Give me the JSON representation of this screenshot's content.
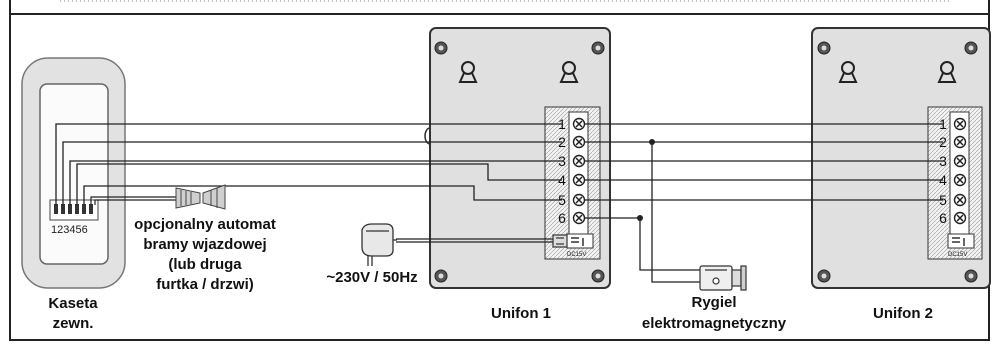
{
  "labels": {
    "kaseta_line1": "Kaseta",
    "kaseta_line2": "zewn.",
    "kaseta_terminals": "123456",
    "gate_line1": "opcjonalny automat",
    "gate_line2": "bramy wjazdowej",
    "gate_line3": "(lub druga",
    "gate_line4": "furtka / drzwi)",
    "power": "~230V / 50Hz",
    "unifon1": "Unifon 1",
    "unifon2": "Unifon 2",
    "rygiel_line1": "Rygiel",
    "rygiel_line2": "elektromagnetyczny",
    "dc_label": "DC15V"
  },
  "terminals": [
    "1",
    "2",
    "3",
    "4",
    "5",
    "6"
  ],
  "colors": {
    "panel": "#e0e0e0",
    "panel_stroke": "#333333",
    "wire": "#222222",
    "frame": "#222222"
  },
  "icons": [
    "screw-icon",
    "keyhole-icon",
    "power-adapter-icon",
    "lock-icon",
    "gate-arrow-icon"
  ]
}
